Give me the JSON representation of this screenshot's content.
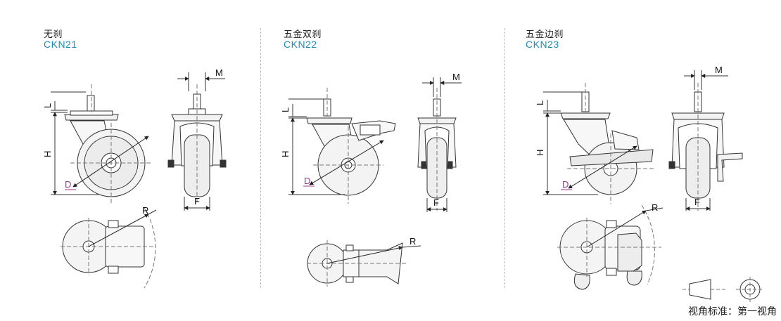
{
  "models": [
    {
      "name_cn": "无刹",
      "code": "CKN21"
    },
    {
      "name_cn": "五金双刹",
      "code": "CKN22"
    },
    {
      "name_cn": "五金边刹",
      "code": "CKN23"
    }
  ],
  "dimensions": {
    "M": "M",
    "L": "L",
    "H": "H",
    "D": "D",
    "F": "F",
    "R": "R"
  },
  "projection_note": "视角标准：第一视角",
  "colors": {
    "code": "#1e8fb8",
    "dimension_d": "#a0378f",
    "line": "#333333",
    "divider": "#b9b9b9"
  }
}
